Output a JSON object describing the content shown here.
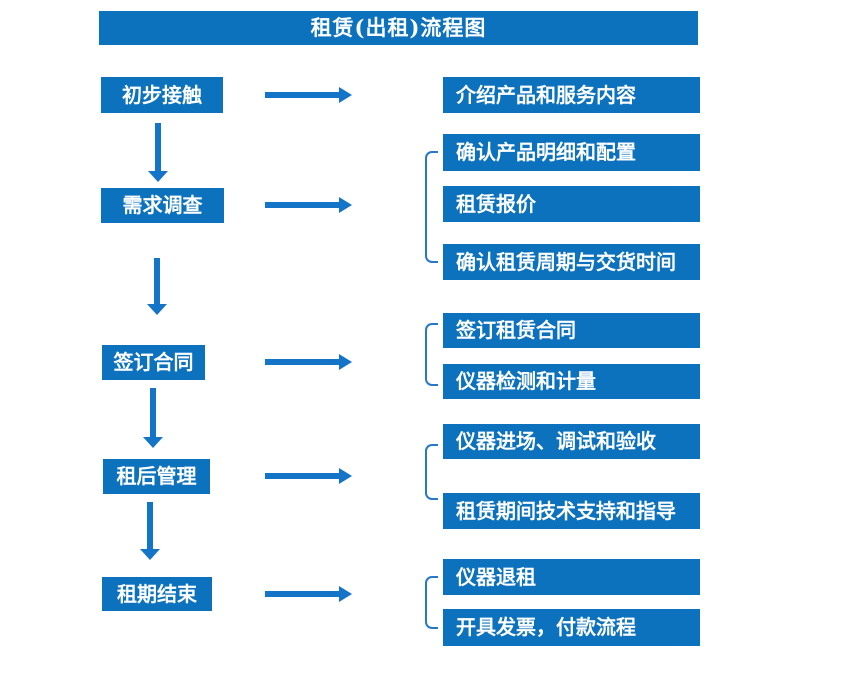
{
  "title": "租赁(出租)流程图",
  "colors": {
    "primary": "#0d72bd",
    "arrow": "#1374c8",
    "bracket": "#2878c8",
    "text": "#ffffff",
    "background": "#ffffff"
  },
  "sections": [
    {
      "stage": "初步接触",
      "details": [
        "介绍产品和服务内容"
      ]
    },
    {
      "stage": "需求调查",
      "details": [
        "确认产品明细和配置",
        "租赁报价",
        "确认租赁周期与交货时间"
      ]
    },
    {
      "stage": "签订合同",
      "details": [
        "签订租赁合同",
        "仪器检测和计量"
      ]
    },
    {
      "stage": "租后管理",
      "details": [
        "仪器进场、调试和验收",
        "租赁期间技术支持和指导"
      ]
    },
    {
      "stage": "租期结束",
      "details": [
        "仪器退租",
        "开具发票，付款流程"
      ]
    }
  ]
}
